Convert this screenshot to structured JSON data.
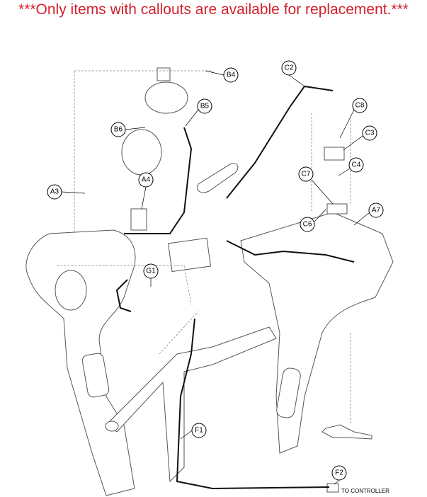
{
  "banner": {
    "text": "***Only items with callouts are available for replacement.***",
    "color": "#d4202c"
  },
  "diagram": {
    "callouts": [
      {
        "id": "B4",
        "label": "B4"
      },
      {
        "id": "C2",
        "label": "C2"
      },
      {
        "id": "B5",
        "label": "B5"
      },
      {
        "id": "C8",
        "label": "C8"
      },
      {
        "id": "B6",
        "label": "B6"
      },
      {
        "id": "C3",
        "label": "C3"
      },
      {
        "id": "C4",
        "label": "C4"
      },
      {
        "id": "A4",
        "label": "A4"
      },
      {
        "id": "C7",
        "label": "C7"
      },
      {
        "id": "A3",
        "label": "A3"
      },
      {
        "id": "A7",
        "label": "A7"
      },
      {
        "id": "C6",
        "label": "C6"
      },
      {
        "id": "G1",
        "label": "G1"
      },
      {
        "id": "F1",
        "label": "F1"
      },
      {
        "id": "F2",
        "label": "F2"
      }
    ],
    "note": "TO CONTROLLER"
  }
}
